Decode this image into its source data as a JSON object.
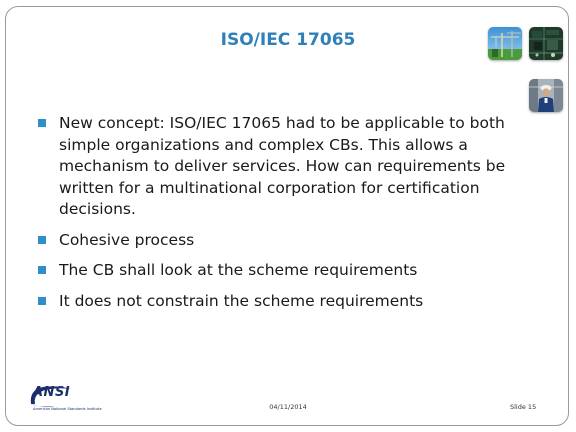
{
  "title": "ISO/IEC 17065",
  "bullets": [
    "New concept: ISO/IEC 17065 had to be applicable to both simple organizations and complex CBs.  This allows a mechanism to deliver services.  How can requirements be written for a multinational corporation for certification decisions.",
    "Cohesive process",
    "The CB shall look at the scheme requirements",
    "It does not constrain the scheme requirements"
  ],
  "logo": {
    "word": "ANSI",
    "subtitle": "American National Standards Institute"
  },
  "footer": {
    "date": "04/11/2014",
    "slide_number": "Slide 15"
  },
  "images": [
    "construction-crane-photo",
    "circuit-board-photo",
    "worker-in-hard-hat-photo"
  ],
  "colors": {
    "title": "#2f7fb8",
    "bullet_marker": "#2f8fc9",
    "border": "#9a9a9a",
    "logo": "#1b2f6b"
  }
}
